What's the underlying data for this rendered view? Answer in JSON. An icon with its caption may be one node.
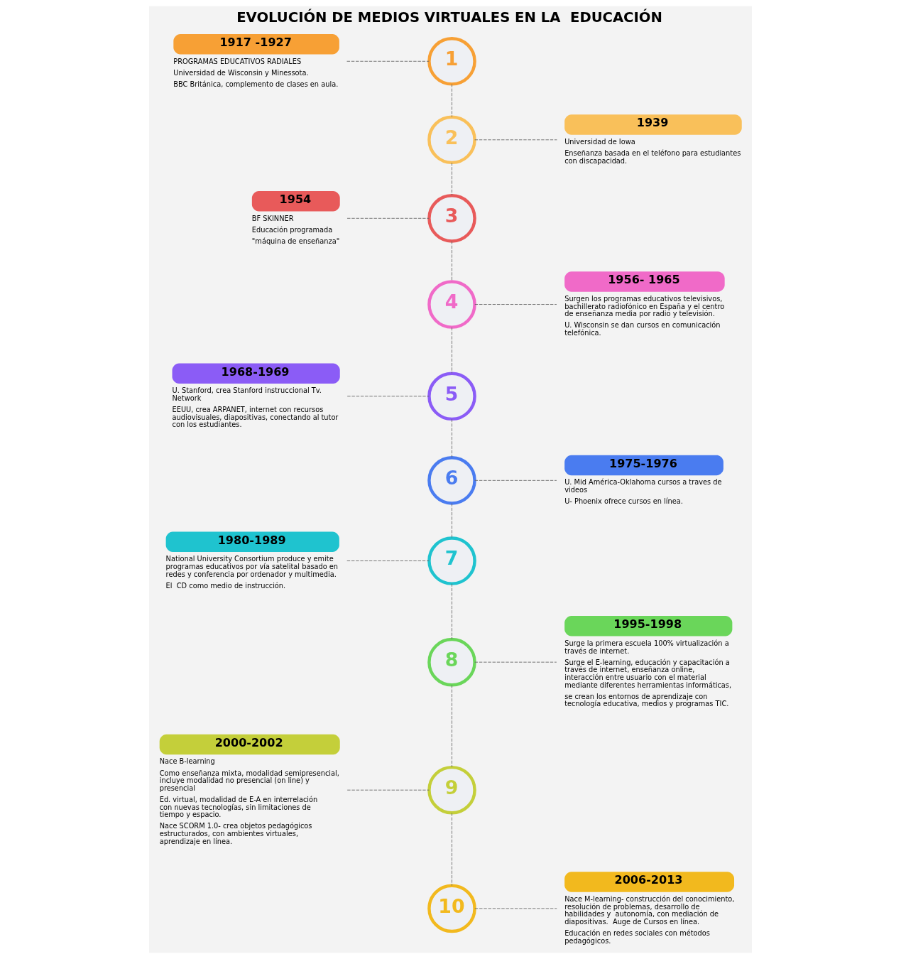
{
  "diagram": {
    "title": "EVOLUCIÓN DE MEDIOS VIRTUALES EN LA  EDUCACIÓN",
    "nodes": [
      {
        "text": [
          "1"
        ]
      },
      {
        "text": [
          "1917 -1927"
        ],
        "beside": [
          "PROGRAMAS EDUCATIVOS RADIALES",
          "Universidad de Wisconsin y Minessota.",
          "BBC Británica, complemento de clases en aula."
        ]
      },
      {
        "text": [
          "2"
        ]
      },
      {
        "text": [
          "1939"
        ],
        "beside": [
          "Universidad de Iowa",
          "Enseñanza basada en el teléfono para estudiantes con discapacidad."
        ]
      },
      {
        "text": [
          "3"
        ]
      },
      {
        "text": [
          "1954"
        ],
        "beside": [
          "BF SKINNER",
          "Educación programada",
          "\"máquina de enseñanza\""
        ]
      },
      {
        "text": [
          "4"
        ]
      },
      {
        "text": [
          "1956- 1965"
        ],
        "beside": [
          "Surgen los programas educativos televisivos, bachillerato radiofónico en España y el centro de enseñanza media por radio y televisión.",
          "U. Wisconsin se dan cursos en comunicación telefónica."
        ]
      },
      {
        "text": [
          "5"
        ]
      },
      {
        "text": [
          "1968-1969"
        ],
        "beside": [
          "U. Stanford, crea Stanford instruccional Tv. Network",
          "EEUU, crea ARPANET, internet con recursos audiovisuales, diapositivas, conectando al tutor con los estudiantes."
        ]
      },
      {
        "text": [
          "6"
        ]
      },
      {
        "text": [
          "1975-1976"
        ],
        "beside": [
          "U. Mid América-Oklahoma cursos a traves de videos",
          "U- Phoenix ofrece cursos en línea."
        ]
      },
      {
        "text": [
          "7"
        ]
      },
      {
        "text": [
          "1980-1989"
        ],
        "beside": [
          "National University Consortium produce y emite programas educativos por vía satelital basado en redes y conferencia por ordenador y multimedia.",
          "El  CD como medio de instrucción."
        ]
      },
      {
        "text": [
          "8"
        ]
      },
      {
        "text": [
          "1995-1998"
        ],
        "beside": [
          "Surge la primera escuela 100% virtualización a través de internet.",
          "Surge el E-learning, educación y capacitación a través de internet, enseñanza online, interacción entre usuario con el material mediante diferentes herramientas informáticas,",
          "se crean los entornos de aprendizaje con tecnología educativa, medios y programas TIC."
        ]
      },
      {
        "text": [
          "9"
        ]
      },
      {
        "text": [
          "2000-2002"
        ],
        "beside": [
          "Nace B-learning",
          "Como enseñanza mixta, modalidad semipresencial, incluye modalidad no presencial (on line) y  presencial",
          "Ed. virtual, modalidad de E-A en interrelación con nuevas tecnologías, sin limitaciones de tiempo y espacio.",
          "Nace SCORM 1.0- crea objetos pedagógicos estructurados, con ambientes virtuales, aprendizaje en línea."
        ]
      },
      {
        "text": [
          "10"
        ]
      },
      {
        "text": [
          "2006-2013"
        ],
        "beside": [
          "Nace M-learning- construcción del conocimiento, resolución de problemas, desarrollo de habilidades y  autonomía, con mediación de diapositivas.  Auge de Cursos en línea.",
          "Educación en redes sociales con métodos pedagógicos."
        ]
      }
    ],
    "edges": [
      {
        "from": 1,
        "to": 0,
        "arrow": "none",
        "style": "dashed"
      },
      {
        "from": 0,
        "to": 2,
        "arrow": "none",
        "style": "dashed"
      },
      {
        "from": 2,
        "to": 3,
        "arrow": "none",
        "style": "dashed"
      },
      {
        "from": 2,
        "to": 4,
        "arrow": "none",
        "style": "dashed"
      },
      {
        "from": 5,
        "to": 4,
        "arrow": "none",
        "style": "dashed"
      },
      {
        "from": 4,
        "to": 6,
        "arrow": "none",
        "style": "dashed"
      },
      {
        "from": 6,
        "to": 7,
        "arrow": "none",
        "style": "dashed"
      },
      {
        "from": 6,
        "to": 8,
        "arrow": "none",
        "style": "dashed"
      },
      {
        "from": 9,
        "to": 8,
        "arrow": "none",
        "style": "dashed"
      },
      {
        "from": 8,
        "to": 10,
        "arrow": "none",
        "style": "dashed"
      },
      {
        "from": 10,
        "to": 11,
        "arrow": "none",
        "style": "dashed"
      },
      {
        "from": 10,
        "to": 12,
        "arrow": "none",
        "style": "dashed"
      },
      {
        "from": 13,
        "to": 12,
        "arrow": "none",
        "style": "dashed"
      },
      {
        "from": 12,
        "to": 14,
        "arrow": "none",
        "style": "dashed"
      },
      {
        "from": 14,
        "to": 15,
        "arrow": "none",
        "style": "dashed"
      },
      {
        "from": 14,
        "to": 16,
        "arrow": "none",
        "style": "dashed"
      },
      {
        "from": 17,
        "to": 16,
        "arrow": "none",
        "style": "dashed"
      },
      {
        "from": 16,
        "to": 18,
        "arrow": "none",
        "style": "dashed"
      },
      {
        "from": 18,
        "to": 19,
        "arrow": "none",
        "style": "dashed"
      }
    ]
  }
}
